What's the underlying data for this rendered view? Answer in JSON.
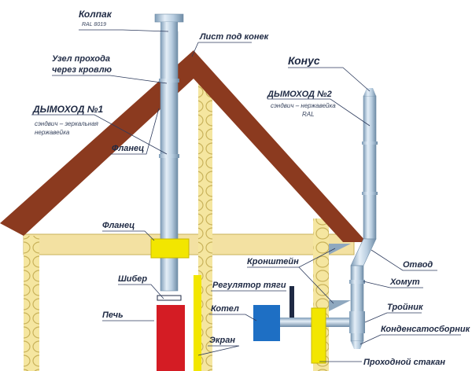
{
  "labels": {
    "kolpak": "Колпак",
    "kolpak_sub": "RAL 8019",
    "list_pod_konek": "Лист под конек",
    "uzel_line1": "Узел прохода",
    "uzel_line2": "через кровлю",
    "dymohod1": "ДЫМОХОД №1",
    "dymohod1_sub1": "сэндвич – зеркальная",
    "dymohod1_sub2": "нержавейка",
    "flanets_roof": "Фланец",
    "flanets_ceiling": "Фланец",
    "konus": "Конус",
    "dymohod2": "ДЫМОХОД №2",
    "dymohod2_sub1": "сэндвич – нержавейка",
    "dymohod2_sub2": "RAL",
    "kronshtein": "Кронштейн",
    "otvod": "Отвод",
    "khomut": "Хомут",
    "troynik": "Тройник",
    "kondensatosbornik": "Конденсатосборник",
    "shiber": "Шибер",
    "regulyator": "Регулятор тяги",
    "pech": "Печь",
    "kotel": "Котел",
    "ekran": "Экран",
    "prokhodnoy": "Проходной стакан"
  },
  "colors": {
    "roof": "#8b3a1f",
    "wall_log": "#f5e6a0",
    "wall_log_line": "#c9b25a",
    "ceiling_beam": "#f3e1a2",
    "pipe": "#b8cde0",
    "pipe_dark": "#7f9db8",
    "pech": "#d41c24",
    "kotel": "#1e6fc4",
    "screen": "#f2e600",
    "leader": "#2c3a5c"
  }
}
